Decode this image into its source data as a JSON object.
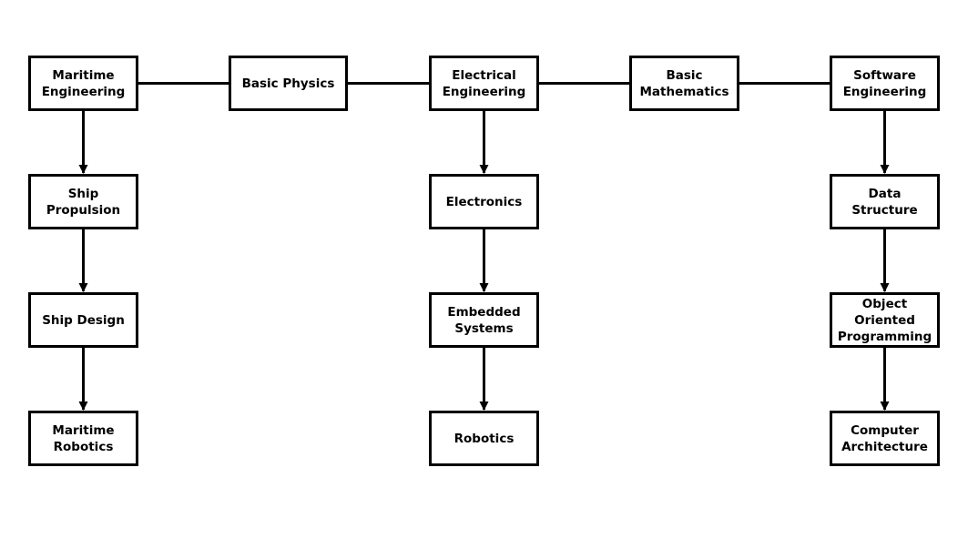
{
  "diagram": {
    "nodes": {
      "maritime_engineering": "Maritime\nEngineering",
      "basic_physics": "Basic Physics",
      "electrical_engineering": "Electrical\nEngineering",
      "basic_mathematics": "Basic\nMathematics",
      "software_engineering": "Software\nEngineering",
      "ship_propulsion": "Ship Propulsion",
      "electronics": "Electronics",
      "data_structure": "Data Structure",
      "ship_design": "Ship Design",
      "embedded_systems": "Embedded\nSystems",
      "object_oriented_programming": "Object Oriented\nProgramming",
      "maritime_robotics": "Maritime\nRobotics",
      "robotics": "Robotics",
      "computer_architecture": "Computer\nArchitecture"
    },
    "edges": [
      {
        "from": "maritime_engineering",
        "to": "basic_physics",
        "arrow": false
      },
      {
        "from": "basic_physics",
        "to": "electrical_engineering",
        "arrow": false
      },
      {
        "from": "electrical_engineering",
        "to": "basic_mathematics",
        "arrow": false
      },
      {
        "from": "basic_mathematics",
        "to": "software_engineering",
        "arrow": false
      },
      {
        "from": "maritime_engineering",
        "to": "ship_propulsion",
        "arrow": true
      },
      {
        "from": "ship_propulsion",
        "to": "ship_design",
        "arrow": true
      },
      {
        "from": "ship_design",
        "to": "maritime_robotics",
        "arrow": true
      },
      {
        "from": "electrical_engineering",
        "to": "electronics",
        "arrow": true
      },
      {
        "from": "electronics",
        "to": "embedded_systems",
        "arrow": true
      },
      {
        "from": "embedded_systems",
        "to": "robotics",
        "arrow": true
      },
      {
        "from": "software_engineering",
        "to": "data_structure",
        "arrow": true
      },
      {
        "from": "data_structure",
        "to": "object_oriented_programming",
        "arrow": true
      },
      {
        "from": "object_oriented_programming",
        "to": "computer_architecture",
        "arrow": true
      }
    ],
    "colors": {
      "stroke": "#000000",
      "background": "#ffffff"
    }
  }
}
